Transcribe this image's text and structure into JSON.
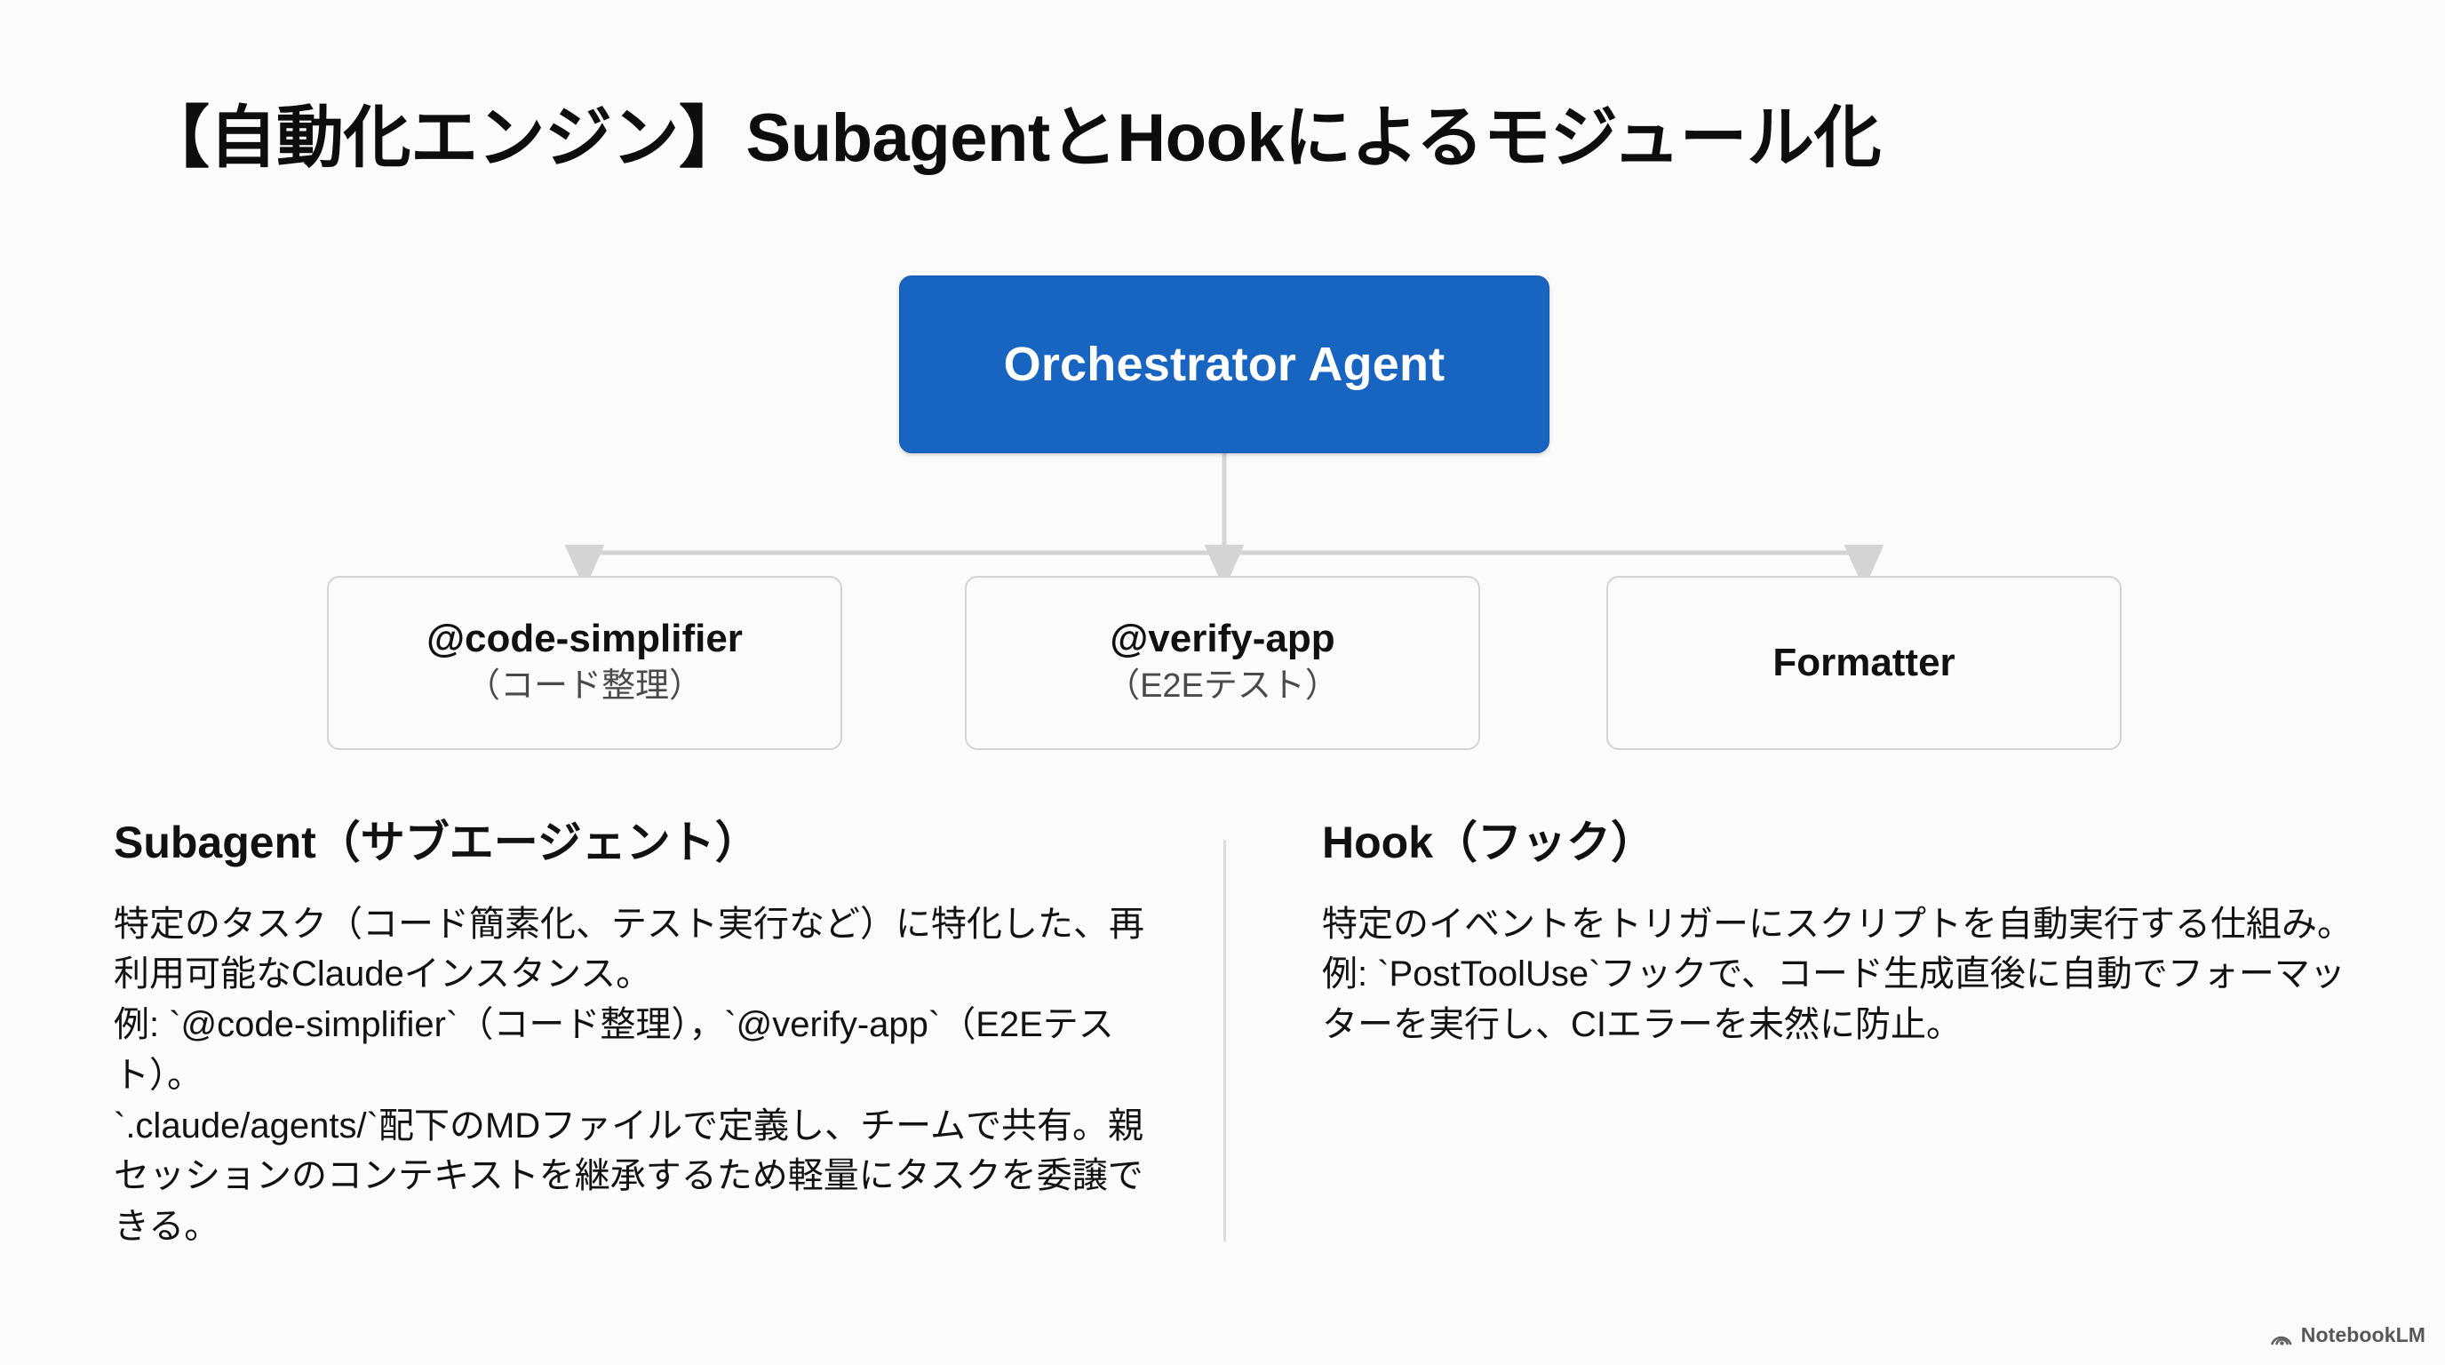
{
  "slide": {
    "title": "【自動化エンジン】SubagentとHookによるモジュール化",
    "background_color": "#fbfbfa",
    "accent_color": "#1765c0",
    "border_color": "#d4d4d4",
    "divider_color": "#dcdcdc"
  },
  "diagram": {
    "root": {
      "label": "Orchestrator Agent",
      "fill": "#1765c0",
      "text_color": "#ffffff"
    },
    "children": [
      {
        "label": "@code-simplifier",
        "sublabel": "（コード整理）"
      },
      {
        "label": "@verify-app",
        "sublabel": "（E2Eテスト）"
      },
      {
        "label": "Formatter",
        "sublabel": ""
      }
    ],
    "connector_color": "#d4d4d4"
  },
  "columns": [
    {
      "heading": "Subagent（サブエージェント）",
      "body": "特定のタスク（コード簡素化、テスト実行など）に特化した、再利用可能なClaudeインスタンス。\n例: `@code-simplifier`（コード整理），`@verify-app`（E2Eテスト）。\n`.claude/agents/`配下のMDファイルで定義し、チームで共有。親セッションのコンテキストを継承するため軽量にタスクを委譲できる。"
    },
    {
      "heading": "Hook（フック）",
      "body": "特定のイベントをトリガーにスクリプトを自動実行する仕組み。\n例: `PostToolUse`フックで、コード生成直後に自動でフォーマッターを実行し、CIエラーを未然に防止。"
    }
  ],
  "watermark": {
    "label": "NotebookLM",
    "icon": "notebooklm-icon"
  }
}
